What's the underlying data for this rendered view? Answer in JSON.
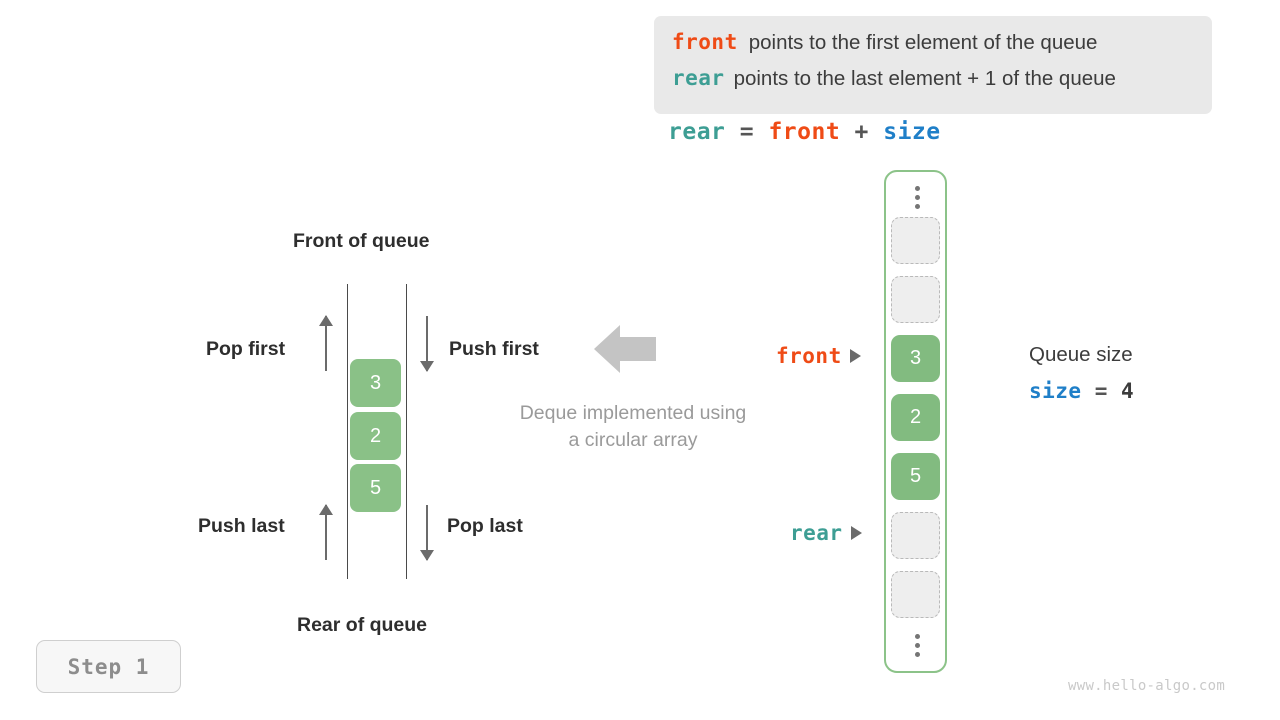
{
  "definitions": {
    "rows": [
      {
        "keyword": "front",
        "keyword_color": "#ef4b16",
        "text": "points to the first element of the queue"
      },
      {
        "keyword": "rear",
        "keyword_color": "#3d9e94",
        "text": "points to the last element + 1 of the queue"
      }
    ]
  },
  "formula": {
    "lhs": "rear",
    "eq": " = ",
    "rhs1": "front",
    "plus": " + ",
    "rhs2": "size"
  },
  "deque_diagram": {
    "front_label": "Front of queue",
    "rear_label": "Rear of queue",
    "pop_first_label": "Pop first",
    "push_first_label": "Push first",
    "push_last_label": "Push last",
    "pop_last_label": "Pop last",
    "cells": [
      "3",
      "2",
      "5"
    ],
    "caption_line1": "Deque implemented using",
    "caption_line2": "a circular array"
  },
  "circular_array": {
    "slots": [
      {
        "type": "empty",
        "value": ""
      },
      {
        "type": "empty",
        "value": ""
      },
      {
        "type": "filled",
        "value": "3"
      },
      {
        "type": "filled",
        "value": "2"
      },
      {
        "type": "filled",
        "value": "5"
      },
      {
        "type": "empty",
        "value": ""
      },
      {
        "type": "empty",
        "value": ""
      }
    ],
    "front_pointer_label": "front",
    "rear_pointer_label": "rear",
    "border_color": "#8cc389",
    "filled_color": "#82bb80"
  },
  "size_panel": {
    "title": "Queue size",
    "var_name": "size",
    "equals": " = ",
    "value": "4"
  },
  "step_badge": {
    "label": "Step 1"
  },
  "watermark": {
    "text": "www.hello-algo.com"
  },
  "chart_data": {
    "type": "diagram",
    "title": "Deque implemented using a circular array",
    "queue_contents": [
      "3",
      "2",
      "5"
    ],
    "front_index": 2,
    "rear_index": 5,
    "size": 4,
    "array_capacity_shown": 7
  }
}
